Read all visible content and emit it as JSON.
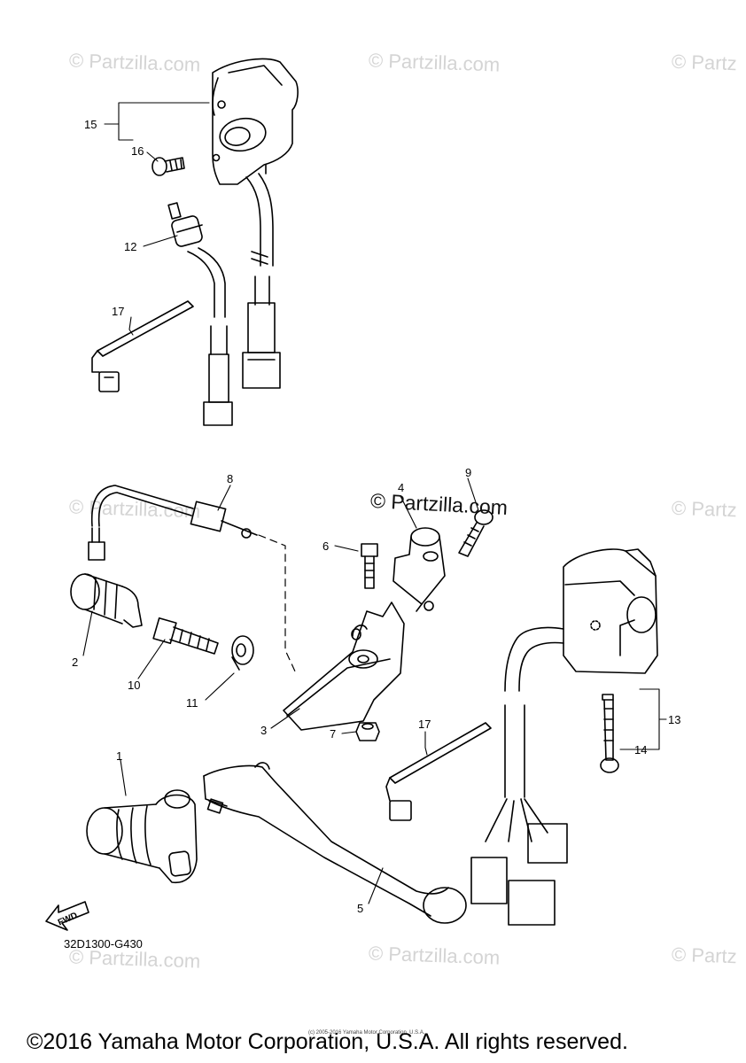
{
  "watermark": {
    "text": "© Partzilla.com",
    "text_short": "© Partz",
    "center_text": "© Partzilla.com"
  },
  "callouts": {
    "c1": "1",
    "c2": "2",
    "c3": "3",
    "c4": "4",
    "c5": "5",
    "c6": "6",
    "c7": "7",
    "c8": "8",
    "c9": "9",
    "c10": "10",
    "c11": "11",
    "c12": "12",
    "c13": "13",
    "c14": "14",
    "c15": "15",
    "c16": "16",
    "c17a": "17",
    "c17b": "17"
  },
  "fwd_label": "FWD",
  "drawing_code": "32D1300-G430",
  "fine_print": "(c) 2005-2016 Yamaha Motor Corporation, U.S.A.",
  "footer_copyright": "©2016 Yamaha Motor Corporation, U.S.A. All rights reserved."
}
